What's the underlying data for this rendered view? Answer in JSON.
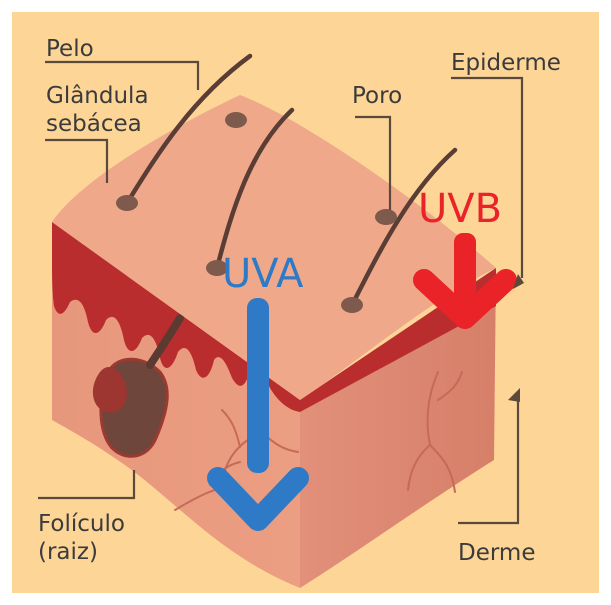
{
  "labels": {
    "pelo": "Pelo",
    "glandula_line1": "Glândula",
    "glandula_line2": "sebácea",
    "poro": "Poro",
    "epiderme": "Epiderme",
    "foliculo_line1": "Folículo",
    "foliculo_line2": "(raiz)",
    "derme": "Derme"
  },
  "rays": {
    "uva": "UVA",
    "uvb": "UVB"
  },
  "colors": {
    "background": "#fdd597",
    "uva": "#2f7ac6",
    "uvb": "#e92328",
    "epidermis": "#b92d2e",
    "skin_top": "#efa98a",
    "skin_side": "#e39377",
    "label_text": "#3b3b3b"
  }
}
